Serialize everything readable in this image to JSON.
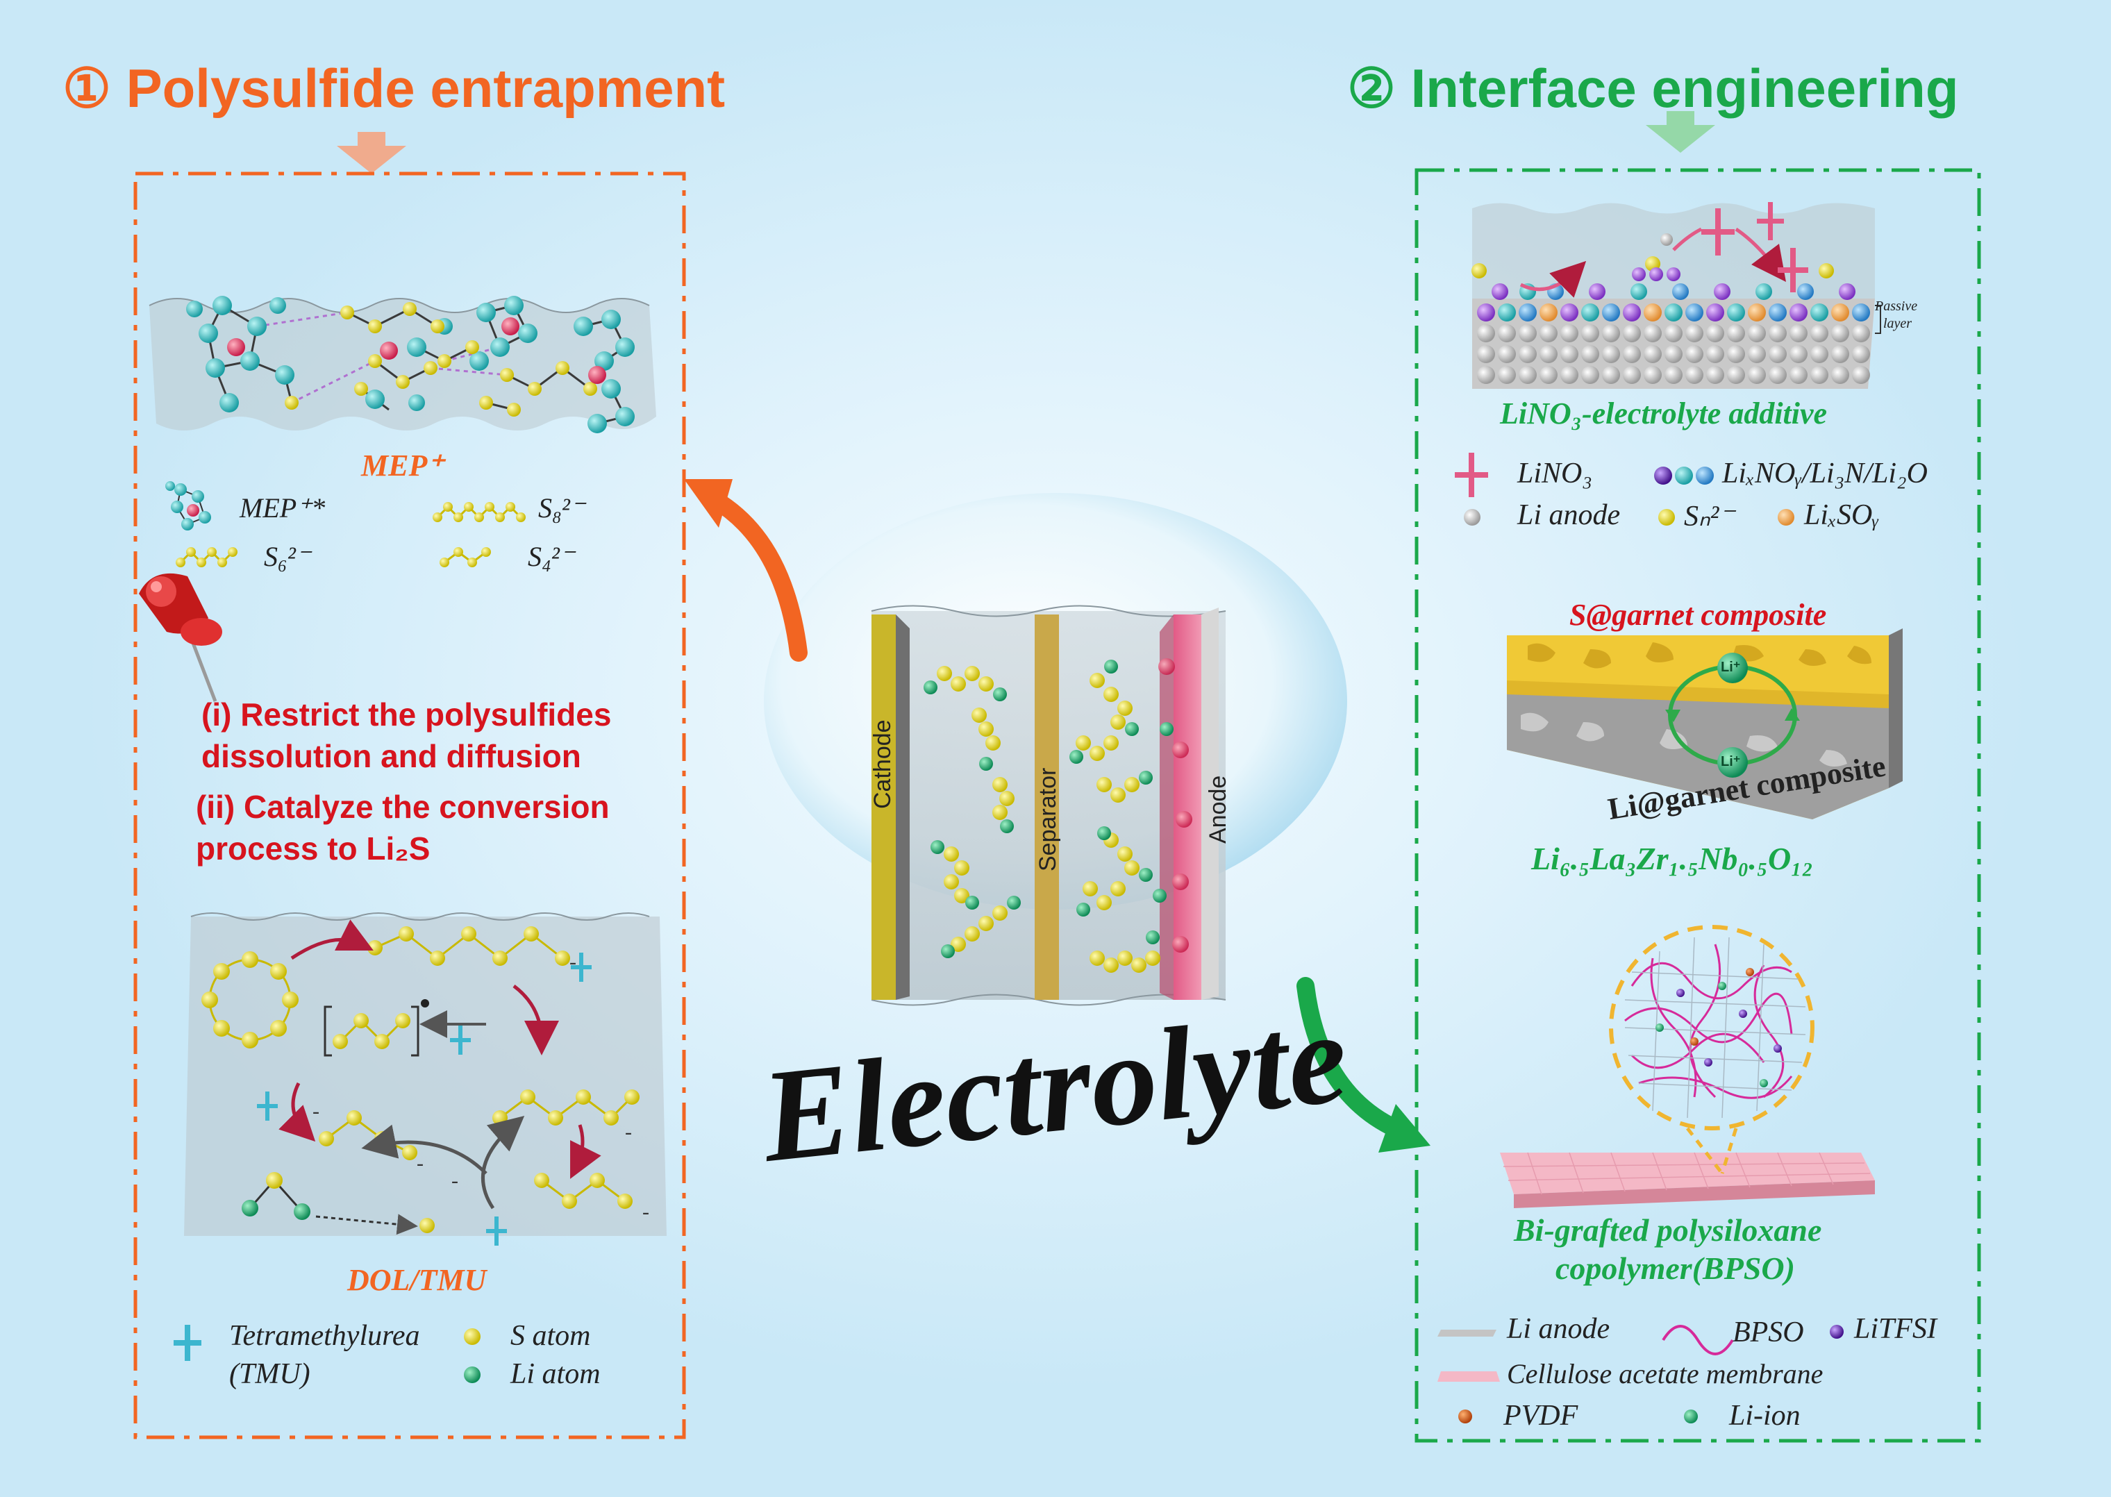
{
  "left_panel": {
    "title": "① Polysulfide entrapment",
    "mep_label": "MEP⁺",
    "legend": {
      "mep_star": "MEP⁺*",
      "s8": "S₈²⁻",
      "s6": "S₆²⁻",
      "s4": "S₄²⁻"
    },
    "point_i_line1": "(i) Restrict the polysulfides",
    "point_i_line2": "dissolution and diffusion",
    "point_ii_line1": "(ii) Catalyze the conversion",
    "point_ii_line2": "process to Li₂S",
    "dol_label": "DOL/TMU",
    "legend2": {
      "tmu_line1": "Tetramethylurea",
      "tmu_line2": "(TMU)",
      "s_atom": "S atom",
      "li_atom": "Li atom"
    }
  },
  "center": {
    "cathode": "Cathode",
    "separator": "Separator",
    "anode": "Anode",
    "title": "Electrolyte"
  },
  "right_panel": {
    "title": "② Interface engineering",
    "passive_line1": "Passive",
    "passive_line2": "layer",
    "lino3_label": "LiNO₃-electrolyte additive",
    "legend1": {
      "lino3": "LiNO₃",
      "lix": "LiₓNOᵧ/Li₃N/Li₂O",
      "li_anode": "Li anode",
      "sn": "Sₙ²⁻",
      "lixso": "LiₓSOᵧ"
    },
    "s_garnet": "S@garnet composite",
    "li_garnet": "Li@garnet composite",
    "li_ion_top": "Li⁺",
    "li_ion_bottom": "Li⁺",
    "formula": "Li₆.₅La₃Zr₁.₅Nb₀.₅O₁₂",
    "bpso_line1": "Bi-grafted polysiloxane",
    "bpso_line2": "copolymer(BPSO)",
    "legend2": {
      "li_anode": "Li anode",
      "bpso": "BPSO",
      "litfsi": "LiTFSI",
      "cellulose": "Cellulose acetate membrane",
      "pvdf": "PVDF",
      "li_ion": "Li-ion"
    }
  },
  "colors": {
    "orange": "#f26522",
    "green": "#1aa84a",
    "red": "#d7141e",
    "cyan": "#35c5c8",
    "yellow": "#e8e034",
    "li_green": "#1db37a"
  }
}
